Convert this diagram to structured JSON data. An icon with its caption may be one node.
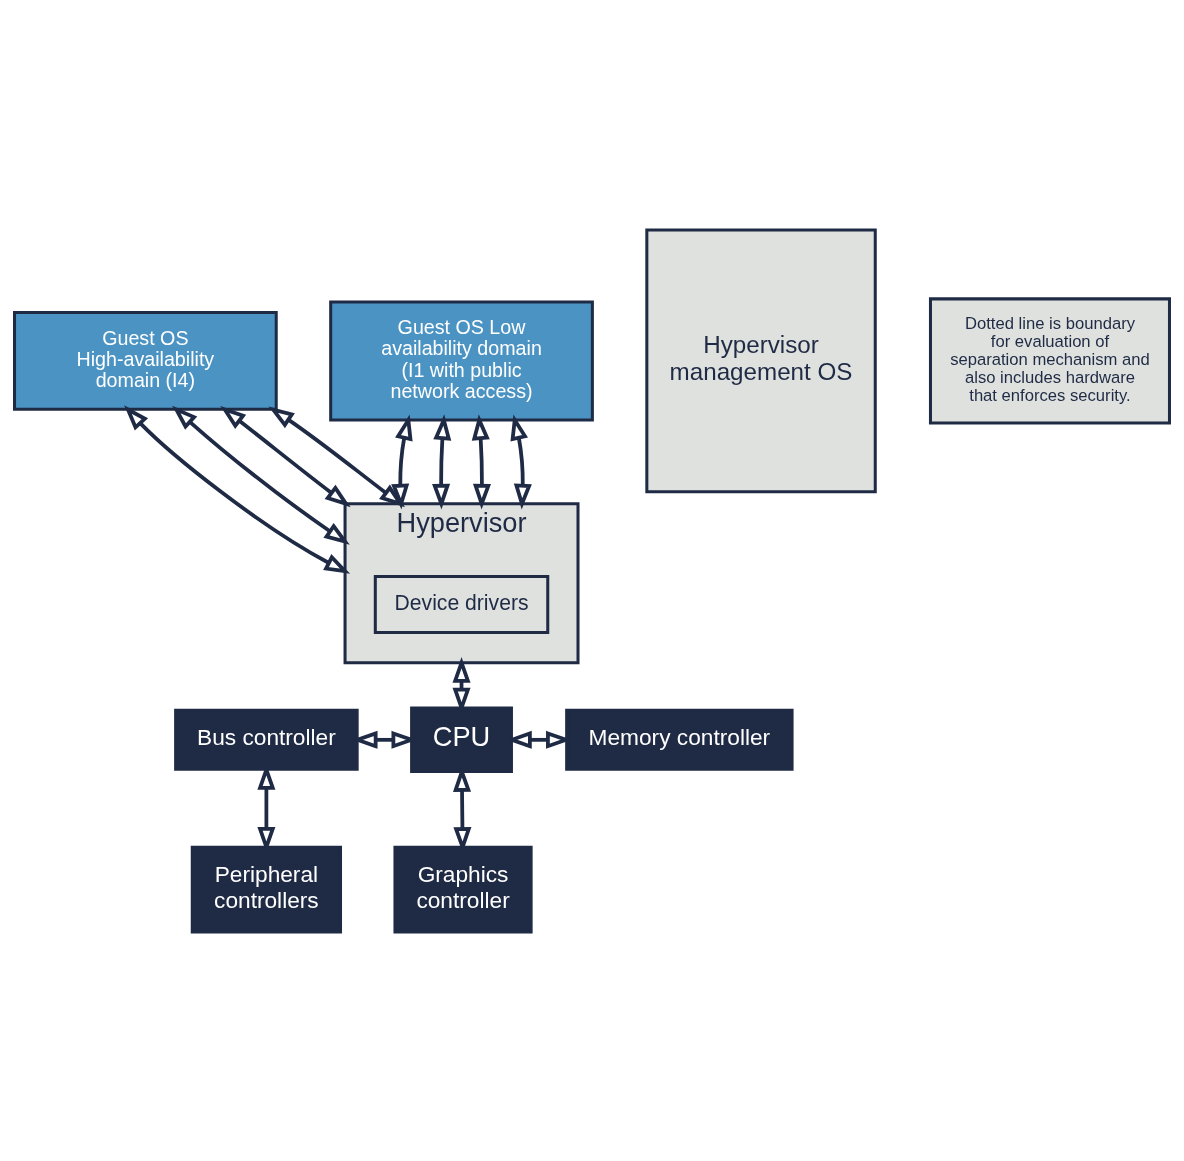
{
  "diagram": {
    "nodes": [
      {
        "text": [
          "Guest OS High-availability domain (I4)"
        ]
      },
      {
        "text": [
          "Guest OS Low availability domain (I1 with public network access)"
        ]
      },
      {
        "text": [
          "Hypervisor management OS"
        ]
      },
      {
        "text": [
          "Hypervisor"
        ]
      },
      {
        "text": [
          "Device drivers"
        ],
        "in": 3
      },
      {
        "text": [
          "CPU"
        ]
      },
      {
        "text": [
          "Bus controller"
        ]
      },
      {
        "text": [
          "Memory controller"
        ]
      },
      {
        "text": [
          "Peripheral controllers"
        ]
      },
      {
        "text": [
          "Graphics controller"
        ]
      },
      {
        "text": [
          "Dotted line is boundary for evaluation of separation mechanism and also includes hardware that enforces security."
        ]
      }
    ],
    "edges": [
      {
        "from": 0,
        "to": 3,
        "arrow": "both"
      },
      {
        "from": 0,
        "to": 3,
        "arrow": "both"
      },
      {
        "from": 0,
        "to": 3,
        "arrow": "both"
      },
      {
        "from": 0,
        "to": 3,
        "arrow": "both"
      },
      {
        "from": 1,
        "to": 3,
        "arrow": "both"
      },
      {
        "from": 1,
        "to": 3,
        "arrow": "both"
      },
      {
        "from": 1,
        "to": 3,
        "arrow": "both"
      },
      {
        "from": 1,
        "to": 3,
        "arrow": "both"
      },
      {
        "from": 3,
        "to": 5,
        "arrow": "both"
      },
      {
        "from": 6,
        "to": 5,
        "arrow": "both"
      },
      {
        "from": 5,
        "to": 7,
        "arrow": "both"
      },
      {
        "from": 6,
        "to": 8,
        "arrow": "both"
      },
      {
        "from": 5,
        "to": 9,
        "arrow": "both"
      }
    ]
  }
}
